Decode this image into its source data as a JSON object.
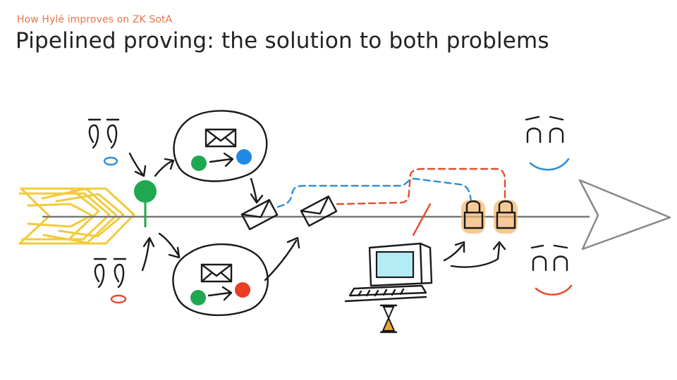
{
  "slide": {
    "supertitle": "How Hylé improves on ZK SotA",
    "title": "Pipelined proving: the solution to both problems"
  },
  "colors": {
    "accent": "#e8734a",
    "timeline": "#777777",
    "start_chevrons": "#f2cb3a",
    "blue_path": "#2e8fd8",
    "red_path": "#e34d2e",
    "green_dot": "#1fa84f",
    "blue_dot": "#1e8ae6",
    "red_dot": "#ea3d24",
    "lock_glow": "#f2b46a",
    "screen": "#b3ecf5"
  },
  "icons": [
    "timeline-arrow",
    "start-chevrons-icon",
    "user-face-icon",
    "speech-bubble-icon",
    "envelope-icon",
    "transfer-arrow-icon",
    "lock-icon",
    "computer-icon",
    "hourglass-icon",
    "happy-face-icon"
  ]
}
